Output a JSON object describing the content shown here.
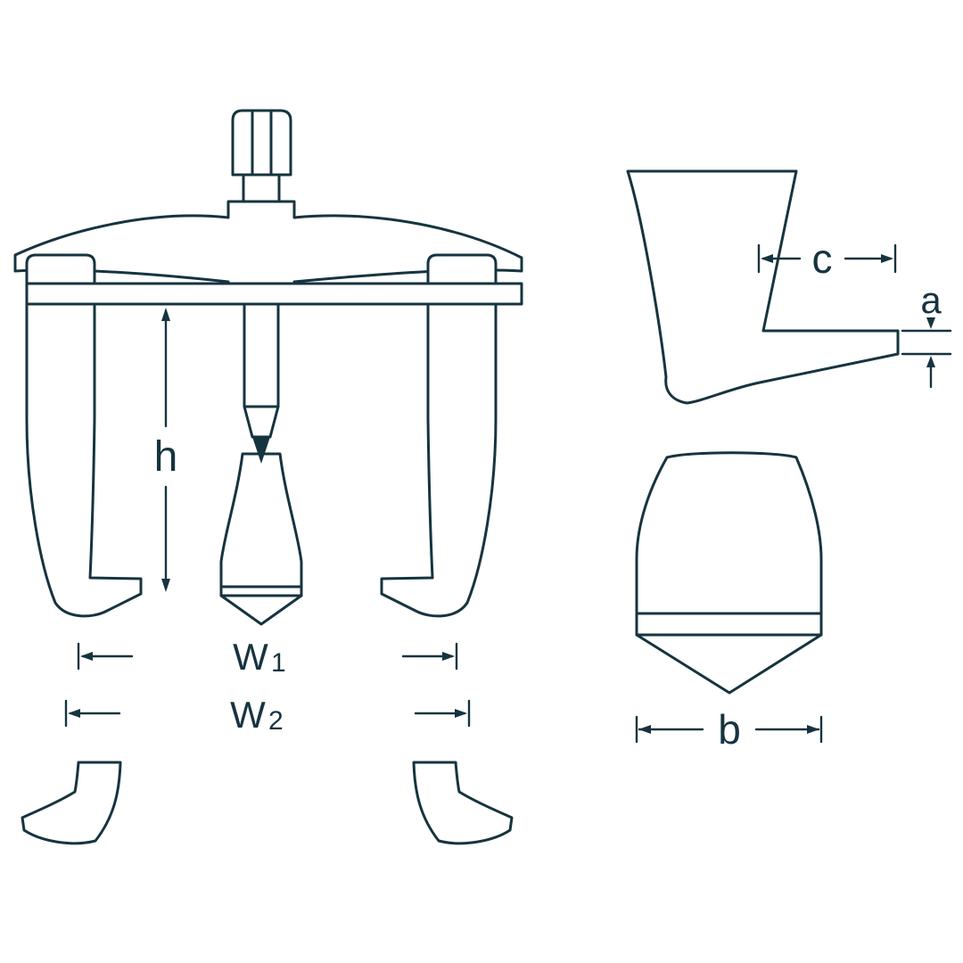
{
  "figure": {
    "type": "technical-line-drawing",
    "description": "Two-arm gear puller front view with hook and spade tip detail views and dimension callouts",
    "colors": {
      "line": "#16343f",
      "background": "#ffffff"
    },
    "labels": {
      "h": "h",
      "w1_base": "W",
      "w1_sub": "1",
      "w2_base": "W",
      "w2_sub": "2",
      "a": "a",
      "b": "b",
      "c": "c"
    }
  }
}
